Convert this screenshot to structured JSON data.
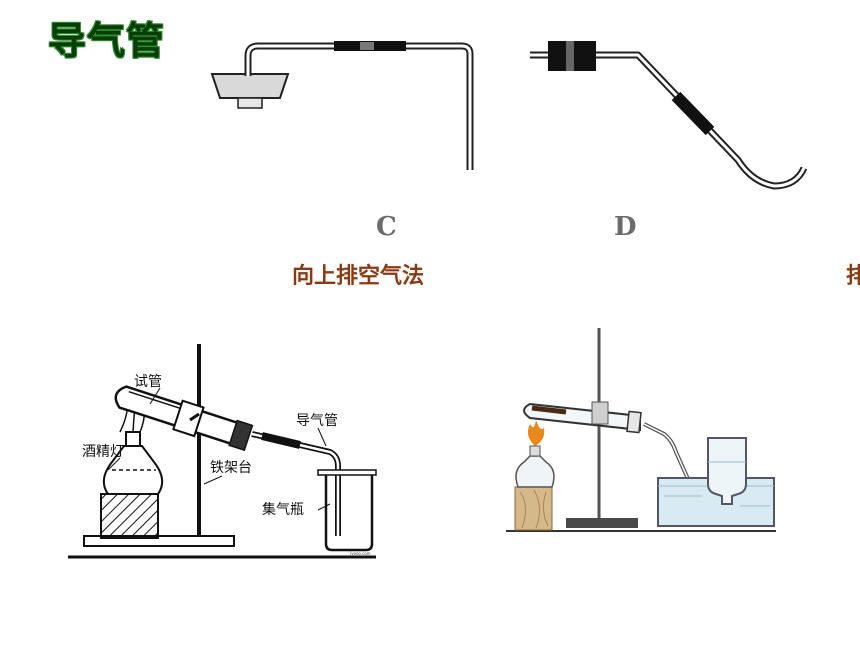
{
  "title": "导气管",
  "apparatus": {
    "c_label": "C",
    "d_label": "D"
  },
  "methods": {
    "upward": "向上排空气法",
    "partial": "排"
  },
  "left_setup": {
    "test_tube": "试管",
    "delivery_tube": "导气管",
    "alcohol_lamp": "酒精灯",
    "iron_stand": "铁架台",
    "gas_jar": "集气瓶",
    "watermark": "jyeoo.com"
  },
  "colors": {
    "title_text": "#0b3d0b",
    "title_outline": "#2f8f2f",
    "method_text": "#8a3a12",
    "flame": "#e8891e",
    "water": "#d8eaf2"
  }
}
